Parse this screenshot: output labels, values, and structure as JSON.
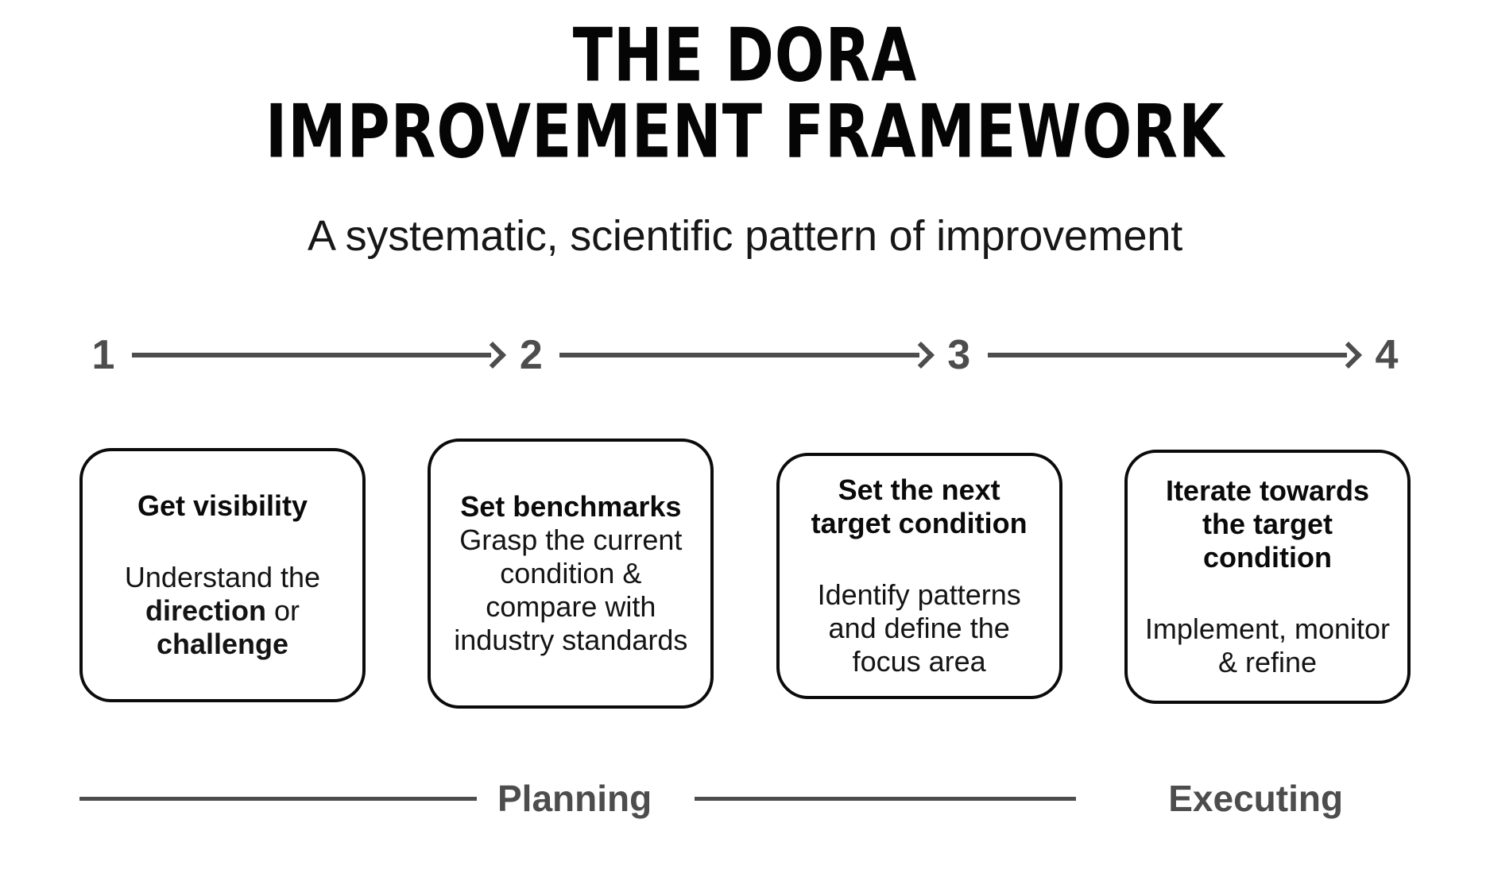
{
  "title": {
    "line1": "THE DORA",
    "line2": "IMPROVEMENT FRAMEWORK",
    "subtitle": "A systematic, scientific pattern of improvement"
  },
  "steps": [
    {
      "number": "1"
    },
    {
      "number": "2"
    },
    {
      "number": "3"
    },
    {
      "number": "4"
    }
  ],
  "cards": [
    {
      "title": "Get visibility",
      "body_prefix": "Understand the ",
      "body_bold_1": "direction",
      "body_middle": " or ",
      "body_bold_2": "challenge",
      "spacing": "large"
    },
    {
      "title": "Set benchmarks",
      "body": "Grasp the current condition & compare with industry standards",
      "spacing": "none"
    },
    {
      "title": "Set the next target condition",
      "body": "Identify patterns and define the focus area",
      "spacing": "large"
    },
    {
      "title": "Iterate towards the target condition",
      "body": "Implement, monitor & refine",
      "spacing": "large"
    }
  ],
  "phases": {
    "planning_label": "Planning",
    "executing_label": "Executing"
  },
  "colors": {
    "ink": "#0a0a0a",
    "muted": "#4d4d4d",
    "background": "#ffffff"
  }
}
